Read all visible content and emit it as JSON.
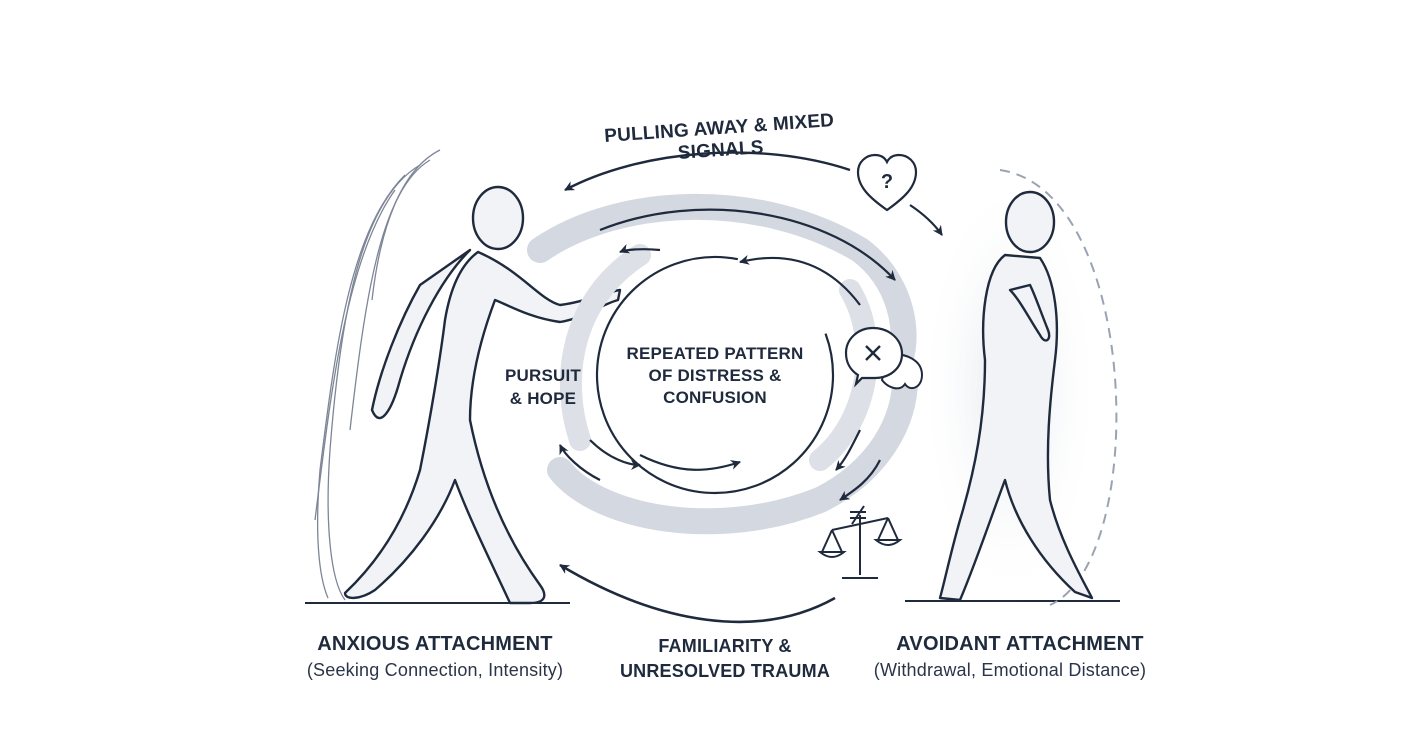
{
  "labels": {
    "top_arc": "PULLING AWAY & MIXED SIGNALS",
    "center_line1": "REPEATED PATTERN",
    "center_line2": "OF DISTRESS &",
    "center_line3": "CONFUSION",
    "pursuit_line1": "PURSUIT",
    "pursuit_line2": "& HOPE",
    "familiarity_line1": "FAMILIARITY &",
    "familiarity_line2": "UNRESOLVED TRAUMA"
  },
  "left_figure": {
    "title": "ANXIOUS ATTACHMENT",
    "subtitle": "(Seeking Connection, Intensity)"
  },
  "right_figure": {
    "title": "AVOIDANT ATTACHMENT",
    "subtitle": "(Withdrawal, Emotional Distance)"
  },
  "icons": [
    "heart-question-icon",
    "speech-bubble-x-icon",
    "scales-not-equal-icon"
  ],
  "colors": {
    "ink": "#1f2a3d",
    "swirl": "#c9ced8",
    "shade": "#e6e8ee"
  }
}
